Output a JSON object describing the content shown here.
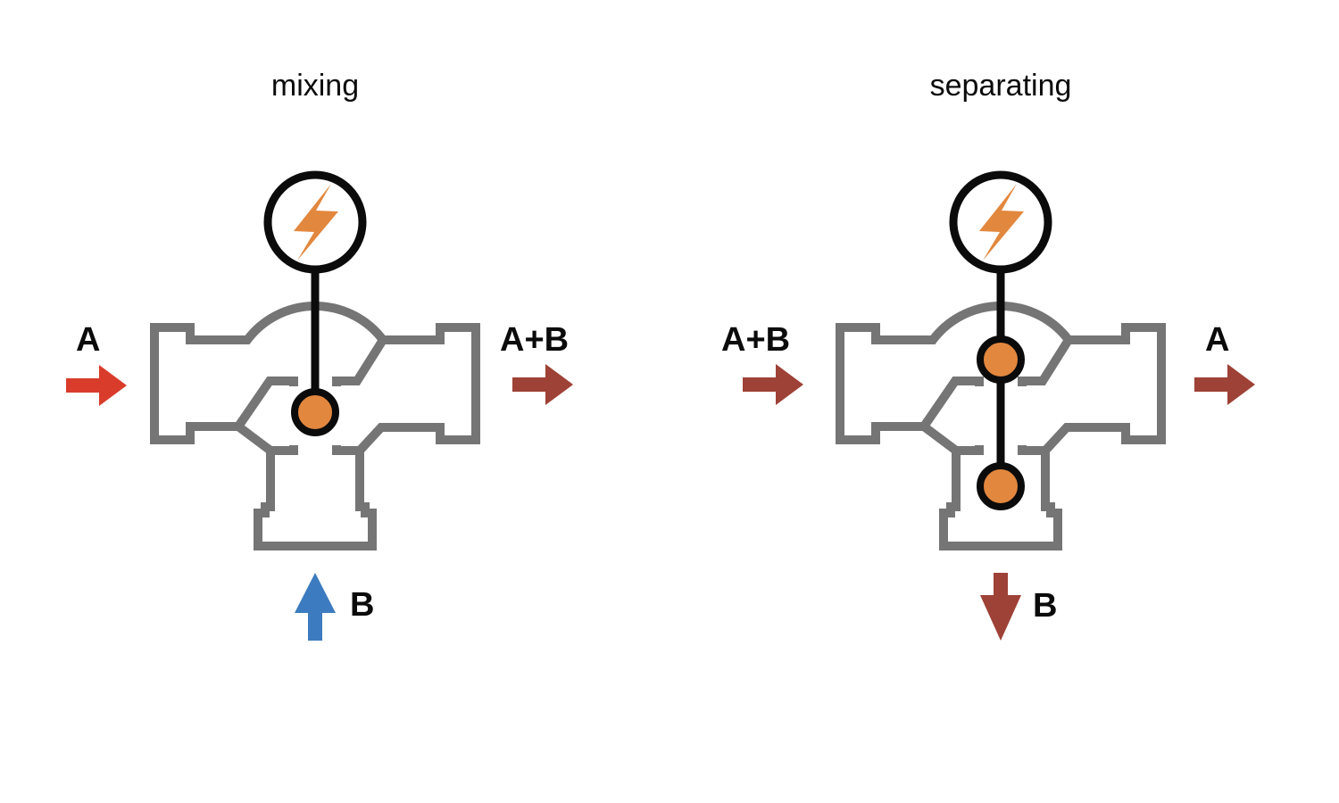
{
  "figure": {
    "description": "three-way valve flow schematics",
    "diagrams": [
      {
        "title": "mixing",
        "left_label": "A",
        "right_label": "A+B",
        "bottom_label": "B",
        "flow": "two inlets (A left, B bottom) combine to one outlet (A+B right)",
        "plug_positions": [
          "center"
        ],
        "arrow_colors": {
          "left": "#D93C2B",
          "right": "#9E4136",
          "bottom": "#3C7BBF"
        },
        "arrow_directions": {
          "left": "right",
          "right": "right",
          "bottom": "up"
        }
      },
      {
        "title": "separating",
        "left_label": "A+B",
        "right_label": "A",
        "bottom_label": "B",
        "flow": "one inlet (A+B left) splits to two outlets (A right, B bottom)",
        "plug_positions": [
          "top",
          "bottom"
        ],
        "arrow_colors": {
          "left": "#9E4136",
          "right": "#9E4136",
          "bottom": "#9E4136"
        },
        "arrow_directions": {
          "left": "right",
          "right": "right",
          "bottom": "down"
        }
      }
    ],
    "colors": {
      "pipe_gray": "#757575",
      "stem_black": "#0b0b0b",
      "plug_orange": "#E2873E",
      "bolt_orange": "#E2873E",
      "bright_red": "#D93C2B",
      "dark_red": "#9E4136",
      "blue": "#3C7BBF",
      "background": "#ffffff"
    }
  }
}
